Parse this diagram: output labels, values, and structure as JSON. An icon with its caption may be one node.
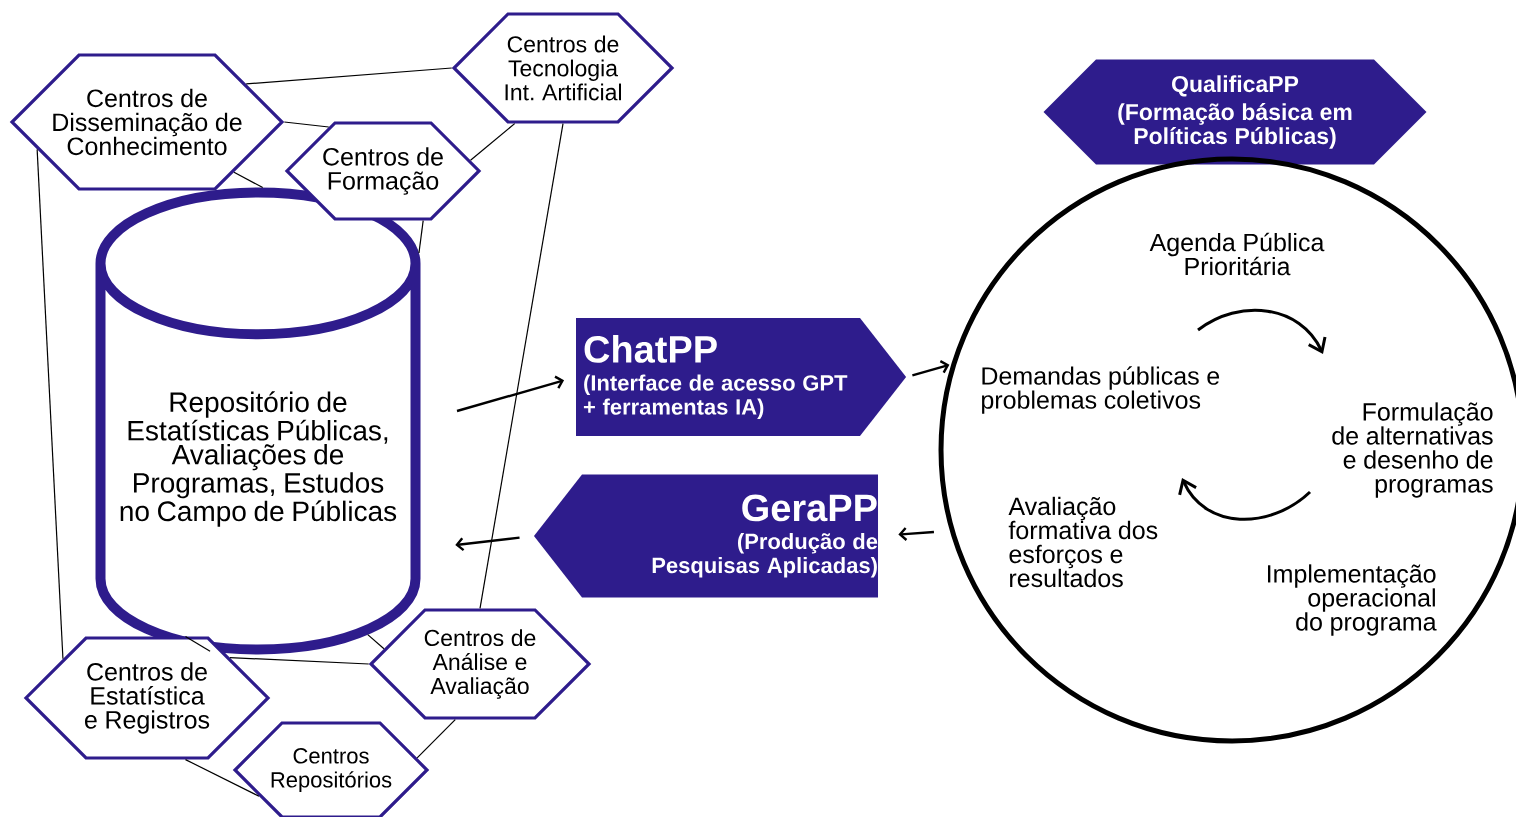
{
  "diagram": {
    "nodes": [
      {
        "text": [
          "Repositório de Estatísticas Públicas, Avaliações de Programas, Estudos no Campo de Públicas"
        ]
      },
      {
        "text": [
          "Centros de Disseminação de Conhecimento"
        ]
      },
      {
        "text": [
          "Centros de Tecnologia Int. Artificial"
        ]
      },
      {
        "text": [
          "Centros de Formação"
        ]
      },
      {
        "text": [
          "Centros de Estatística e Registros"
        ]
      },
      {
        "text": [
          "Centros de Análise e Avaliação"
        ]
      },
      {
        "text": [
          "Centros Repositórios"
        ]
      },
      {
        "text": [
          "ChatPP",
          "(Interface de acesso GPT + ferramentas IA)"
        ]
      },
      {
        "text": [
          "GeraPP",
          "(Produção de Pesquisas Aplicadas)"
        ]
      },
      {
        "text": [
          "QualificaPP",
          "(Formação básica em Políticas Públicas)"
        ]
      },
      {
        "text": [
          "Agenda Pública Prioritária",
          "Demandas públicas e problemas coletivos",
          "Formulação de alternativas e desenho de programas",
          "Implementação operacional do programa",
          "Avaliação formativa dos esforços e resultados"
        ]
      }
    ],
    "edges": [
      {
        "from": 1,
        "to": 2,
        "arrow": "none"
      },
      {
        "from": 1,
        "to": 3,
        "arrow": "none"
      },
      {
        "from": 3,
        "to": 2,
        "arrow": "none"
      },
      {
        "from": 1,
        "to": 0,
        "arrow": "none"
      },
      {
        "from": 3,
        "to": 0,
        "arrow": "none"
      },
      {
        "from": 1,
        "to": 4,
        "arrow": "none"
      },
      {
        "from": 2,
        "to": 5,
        "arrow": "none"
      },
      {
        "from": 0,
        "to": 4,
        "arrow": "none"
      },
      {
        "from": 0,
        "to": 5,
        "arrow": "none"
      },
      {
        "from": 4,
        "to": 5,
        "arrow": "none"
      },
      {
        "from": 4,
        "to": 6,
        "arrow": "none"
      },
      {
        "from": 5,
        "to": 6,
        "arrow": "none"
      },
      {
        "from": 0,
        "to": 7,
        "arrow": "to"
      },
      {
        "from": 7,
        "to": 10,
        "arrow": "to"
      },
      {
        "from": 10,
        "to": 8,
        "arrow": "to"
      },
      {
        "from": 8,
        "to": 0,
        "arrow": "to"
      }
    ]
  }
}
